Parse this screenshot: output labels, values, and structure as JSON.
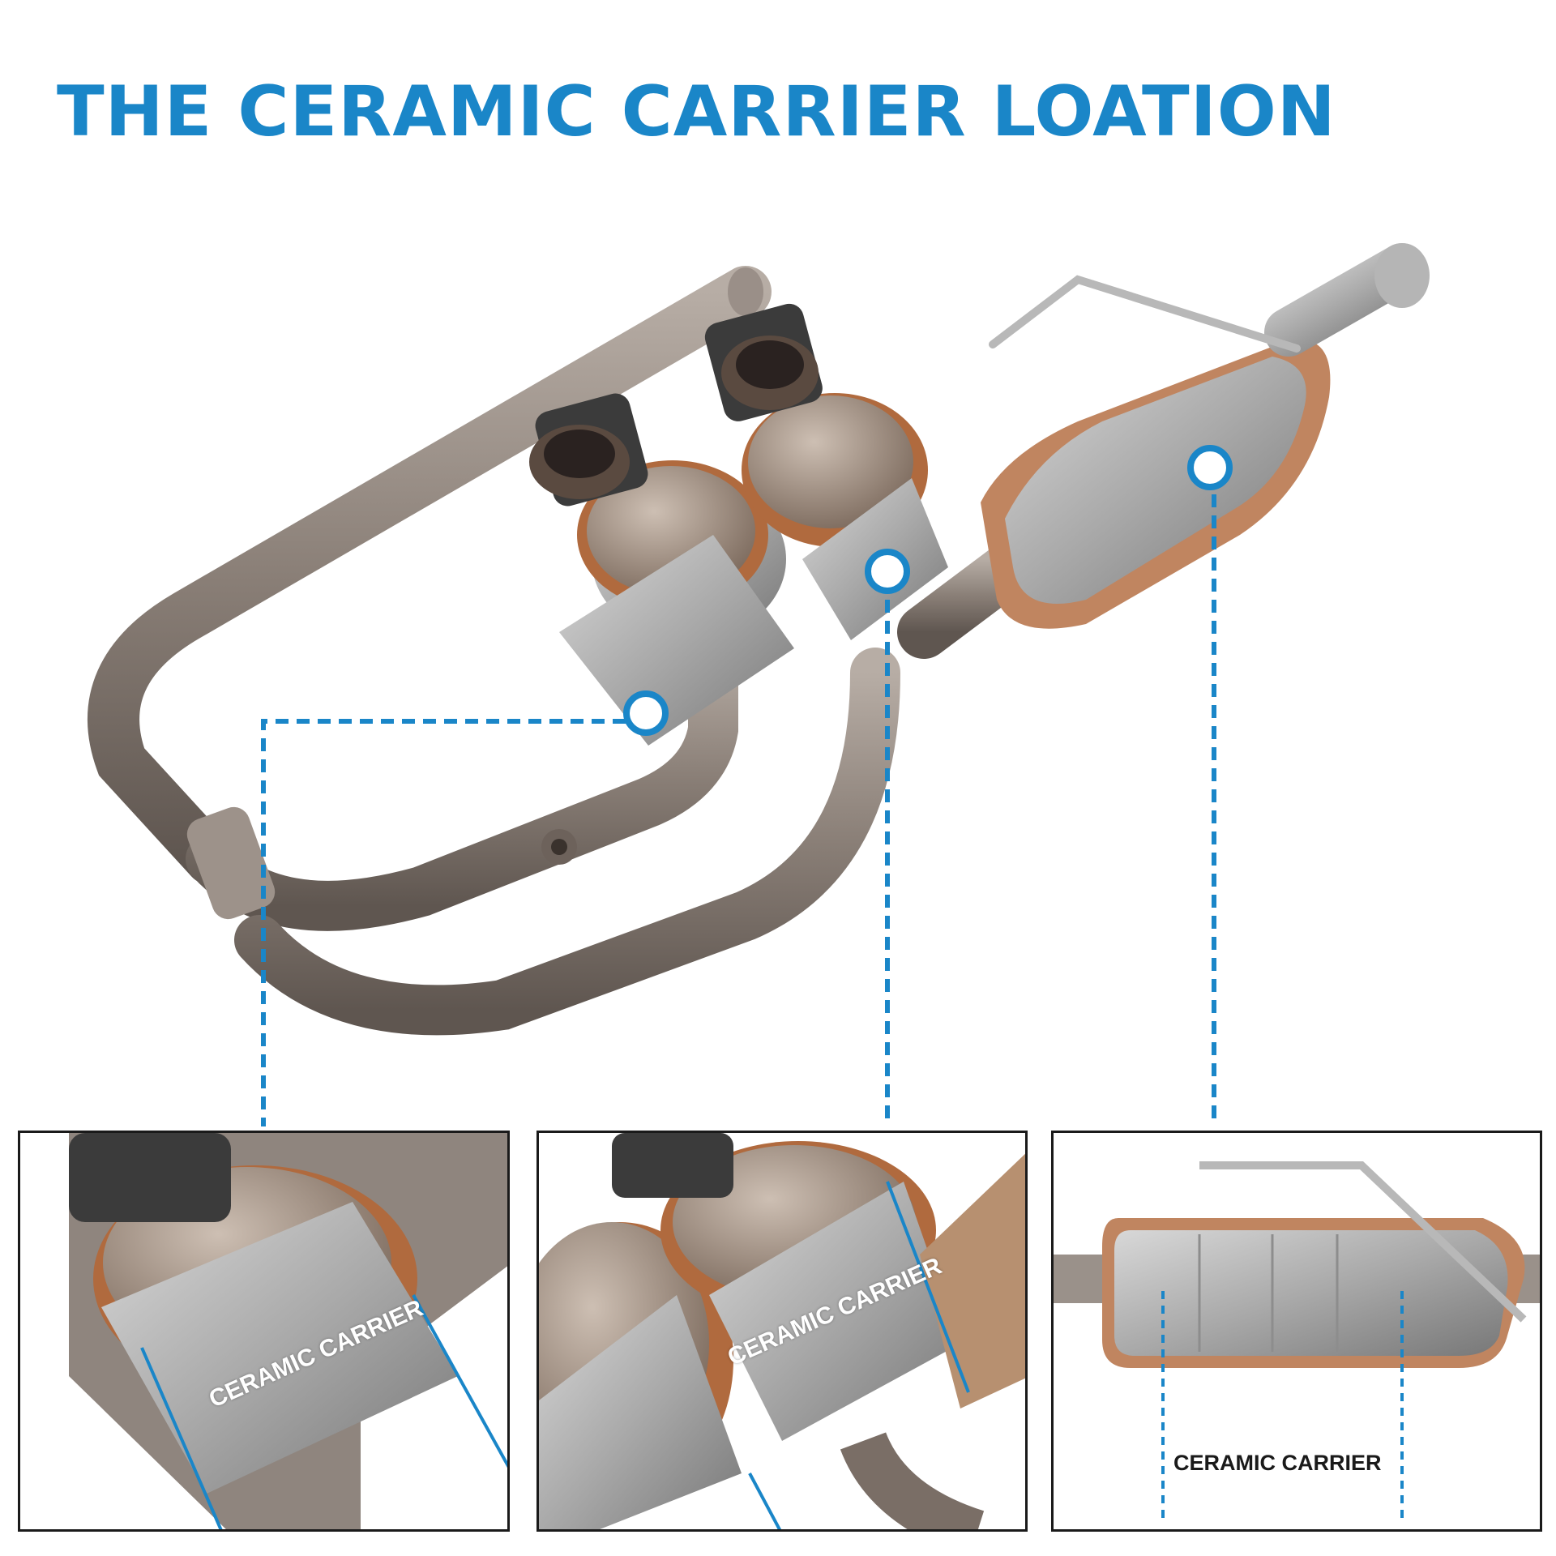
{
  "title": "THE CERAMIC CARRIER LOATION",
  "panels": [
    {
      "label": "CERAMIC CARRIER"
    },
    {
      "label": "CERAMIC CARRIER"
    },
    {
      "label": "CERAMIC CARRIER"
    }
  ],
  "colors": {
    "accent": "#1a86c8",
    "pipe": "#8a7f77",
    "steel": "#a9a9a9",
    "copper": "#b06a3e",
    "gasket": "#3b3b3b",
    "panel_border": "#1a1a1a"
  },
  "icons": [
    "ceramic-carrier-marker-icon"
  ]
}
